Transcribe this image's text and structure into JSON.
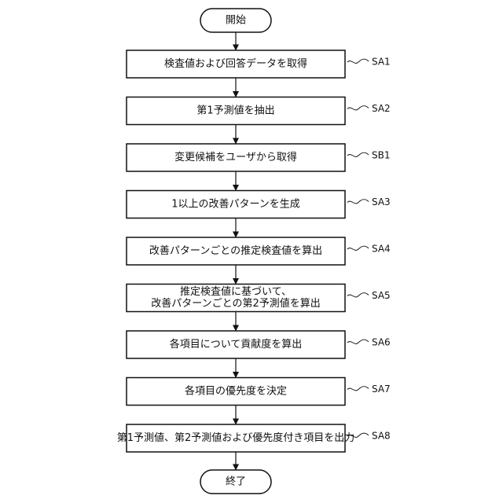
{
  "flowchart": {
    "start": "開始",
    "steps": [
      {
        "id": "SA1",
        "lines": [
          "検査値および回答データを取得"
        ]
      },
      {
        "id": "SA2",
        "lines": [
          "第1予測値を抽出"
        ]
      },
      {
        "id": "SB1",
        "lines": [
          "変更候補をユーザから取得"
        ]
      },
      {
        "id": "SA3",
        "lines": [
          "1以上の改善パターンを生成"
        ]
      },
      {
        "id": "SA4",
        "lines": [
          "改善パターンごとの推定検査値を算出"
        ]
      },
      {
        "id": "SA5",
        "lines": [
          "推定検査値に基づいて、",
          "改善パターンごとの第2予測値を算出"
        ]
      },
      {
        "id": "SA6",
        "lines": [
          "各項目について貢献度を算出"
        ]
      },
      {
        "id": "SA7",
        "lines": [
          "各項目の優先度を決定"
        ]
      },
      {
        "id": "SA8",
        "lines": [
          "第1予測値、第2予測値および優先度付き項目を出力"
        ]
      }
    ],
    "end": "終了"
  }
}
